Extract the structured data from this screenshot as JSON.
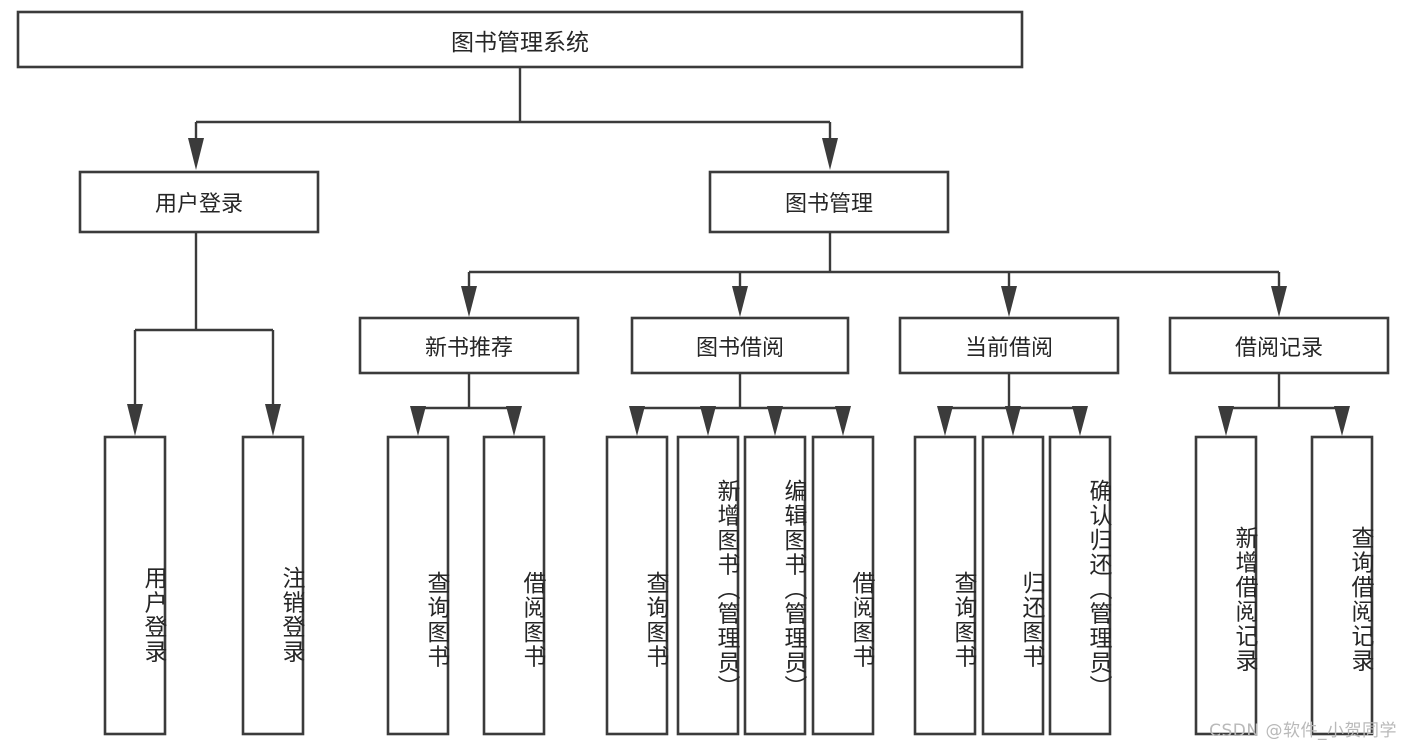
{
  "diagram": {
    "type": "tree-hierarchy",
    "title": "图书管理系统",
    "root": {
      "id": "root",
      "label": "图书管理系统",
      "orientation": "horizontal"
    },
    "level2": [
      {
        "id": "user-login",
        "label": "用户登录",
        "orientation": "horizontal"
      },
      {
        "id": "book-manage",
        "label": "图书管理",
        "orientation": "horizontal"
      }
    ],
    "level3": [
      {
        "id": "new-book-recommend",
        "label": "新书推荐",
        "orientation": "horizontal",
        "parent": "book-manage"
      },
      {
        "id": "book-borrow",
        "label": "图书借阅",
        "orientation": "horizontal",
        "parent": "book-manage"
      },
      {
        "id": "current-borrow",
        "label": "当前借阅",
        "orientation": "horizontal",
        "parent": "book-manage"
      },
      {
        "id": "borrow-record",
        "label": "借阅记录",
        "orientation": "horizontal",
        "parent": "book-manage"
      }
    ],
    "leaves": [
      {
        "id": "leaf-user-login",
        "label": "用户登录",
        "orientation": "vertical",
        "parent": "user-login"
      },
      {
        "id": "leaf-user-logout",
        "label": "注销登录",
        "orientation": "vertical",
        "parent": "user-login"
      },
      {
        "id": "leaf-query-book-1",
        "label": "查询图书",
        "orientation": "vertical",
        "parent": "new-book-recommend"
      },
      {
        "id": "leaf-borrow-book-1",
        "label": "借阅图书",
        "orientation": "vertical",
        "parent": "new-book-recommend"
      },
      {
        "id": "leaf-query-book-2",
        "label": "查询图书",
        "orientation": "vertical",
        "parent": "book-borrow"
      },
      {
        "id": "leaf-add-book",
        "label": "新增图书（管理员）",
        "orientation": "vertical",
        "parent": "book-borrow"
      },
      {
        "id": "leaf-edit-book",
        "label": "编辑图书（管理员）",
        "orientation": "vertical",
        "parent": "book-borrow"
      },
      {
        "id": "leaf-borrow-book-2",
        "label": "借阅图书",
        "orientation": "vertical",
        "parent": "book-borrow"
      },
      {
        "id": "leaf-query-book-3",
        "label": "查询图书",
        "orientation": "vertical",
        "parent": "current-borrow"
      },
      {
        "id": "leaf-return-book",
        "label": "归还图书",
        "orientation": "vertical",
        "parent": "current-borrow"
      },
      {
        "id": "leaf-confirm-return",
        "label": "确认归还（管理员）",
        "orientation": "vertical",
        "parent": "current-borrow"
      },
      {
        "id": "leaf-add-record",
        "label": "新增借阅记录",
        "orientation": "vertical",
        "parent": "borrow-record"
      },
      {
        "id": "leaf-query-record",
        "label": "查询借阅记录",
        "orientation": "vertical",
        "parent": "borrow-record"
      }
    ],
    "colors": {
      "box_stroke": "#3b3b3b",
      "box_fill": "#ffffff",
      "connector": "#3b3b3b",
      "text": "#262626",
      "background": "#ffffff",
      "watermark": "#b9b9b9"
    }
  },
  "watermark": {
    "text": "CSDN @软件_小贺同学"
  }
}
